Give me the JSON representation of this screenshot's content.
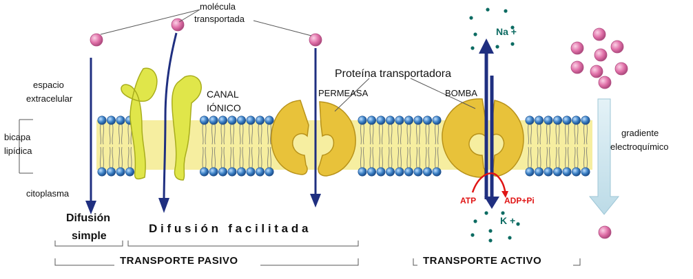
{
  "molecule_label": [
    "molécula",
    "transportada"
  ],
  "extracellular_label": [
    "espacio",
    "extracelular"
  ],
  "bilayer_label": [
    "bicapa",
    "lipídica"
  ],
  "cytoplasm_label": "citoplasma",
  "ion_channel_label": [
    "CANAL",
    "IÓNICO"
  ],
  "transporter_protein_label": "Proteína transportadora",
  "permease_label": "PERMEASA",
  "pump_label": "BOMBA",
  "sodium_label": "Na +",
  "potassium_label": "K +",
  "atp_label": "ATP",
  "adp_label": "ADP+Pi",
  "gradient_label": [
    "gradiente",
    "electroquímico"
  ],
  "simple_diffusion_label": [
    "Difusión",
    "simple"
  ],
  "facilitated_diffusion_label": "D i f u s i ó n   f a c i l i t a d a",
  "passive_transport_label": "TRANSPORTE PASIVO",
  "active_transport_label": "TRANSPORTE ACTIVO",
  "colors": {
    "membrane_head": "#3a7fc4",
    "membrane_fill": "#f6eea0",
    "protein": "#e8c23a",
    "channel": "#e0e64a",
    "arrow": "#1f2f80",
    "molecule": "#e070a8",
    "ion": "#0c6b62",
    "atp": "#e01414",
    "gradient_arrow": "#cfe6ee"
  }
}
